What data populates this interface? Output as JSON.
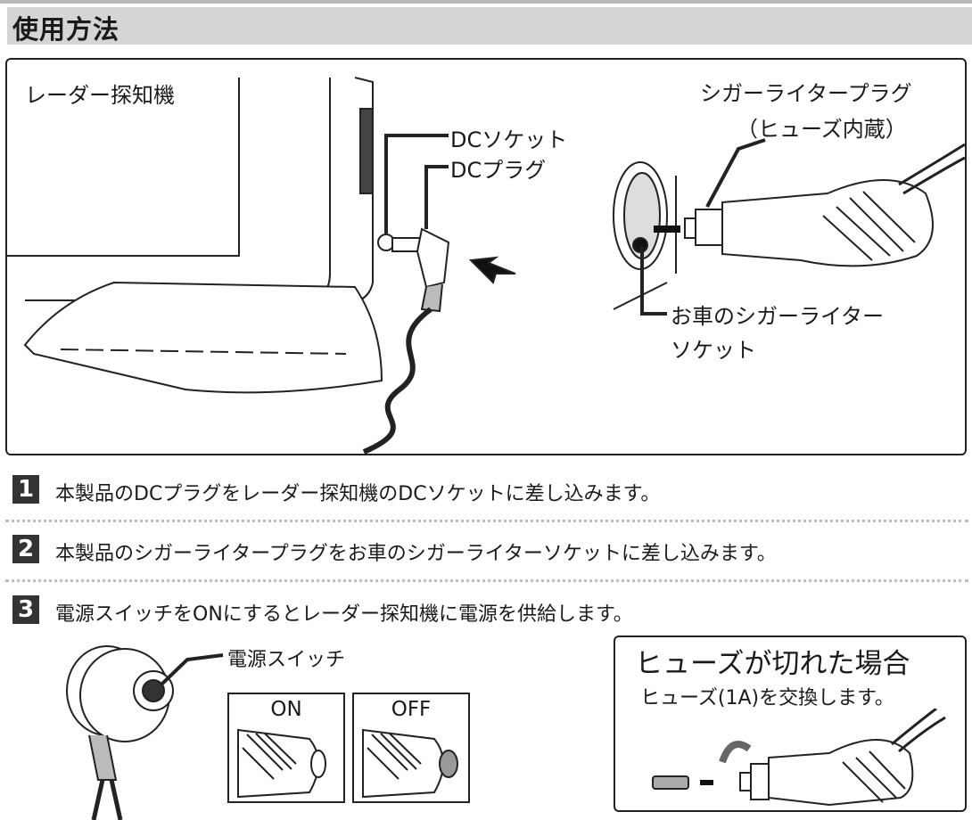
{
  "header": {
    "title": "使用方法"
  },
  "illustration": {
    "device_label": "レーダー探知機",
    "dc_socket_label": "DCソケット",
    "dc_plug_label": "DCプラグ",
    "cigar_plug_label": "シガーライタープラグ",
    "cigar_plug_note": "（ヒューズ内蔵）",
    "car_socket_label_1": "お車のシガーライター",
    "car_socket_label_2": "ソケット"
  },
  "steps": [
    {
      "number": "1",
      "text": "本製品のDCプラグをレーダー探知機のDCソケットに差し込みます。"
    },
    {
      "number": "2",
      "text": "本製品のシガーライタープラグをお車のシガーライターソケットに差し込みます。"
    },
    {
      "number": "3",
      "text": "電源スイッチをONにするとレーダー探知機に電源を供給します。"
    }
  ],
  "power_switch": {
    "label": "電源スイッチ",
    "on_label": "ON",
    "off_label": "OFF"
  },
  "fuse": {
    "title": "ヒューズが切れた場合",
    "text": "ヒューズ(1A)を交換します。"
  }
}
